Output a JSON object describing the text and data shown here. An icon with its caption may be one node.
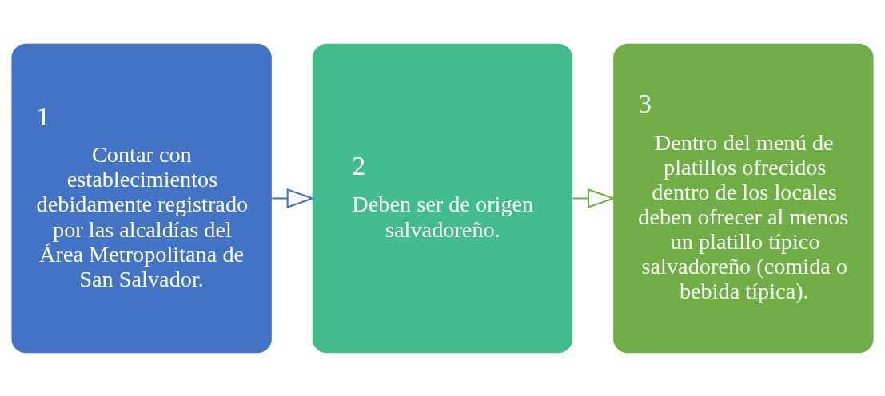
{
  "diagram": {
    "nodes": [
      {
        "text": [
          "1",
          "Contar con establecimientos debidamente registrado por las alcaldías del Área Metropolitana de San Salvador."
        ]
      },
      {
        "text": [
          "2",
          "Deben ser de origen salvadoreño."
        ]
      },
      {
        "text": [
          "3",
          "Dentro del menú de platillos ofrecidos dentro de los locales deben ofrecer al menos un platillo típico salvadoreño (comida o bebida típica)."
        ]
      }
    ],
    "edges": [
      {
        "from": 0,
        "to": 1,
        "arrow": "to",
        "color": "#4472c4"
      },
      {
        "from": 1,
        "to": 2,
        "arrow": "to",
        "color": "#70ad47"
      }
    ]
  }
}
